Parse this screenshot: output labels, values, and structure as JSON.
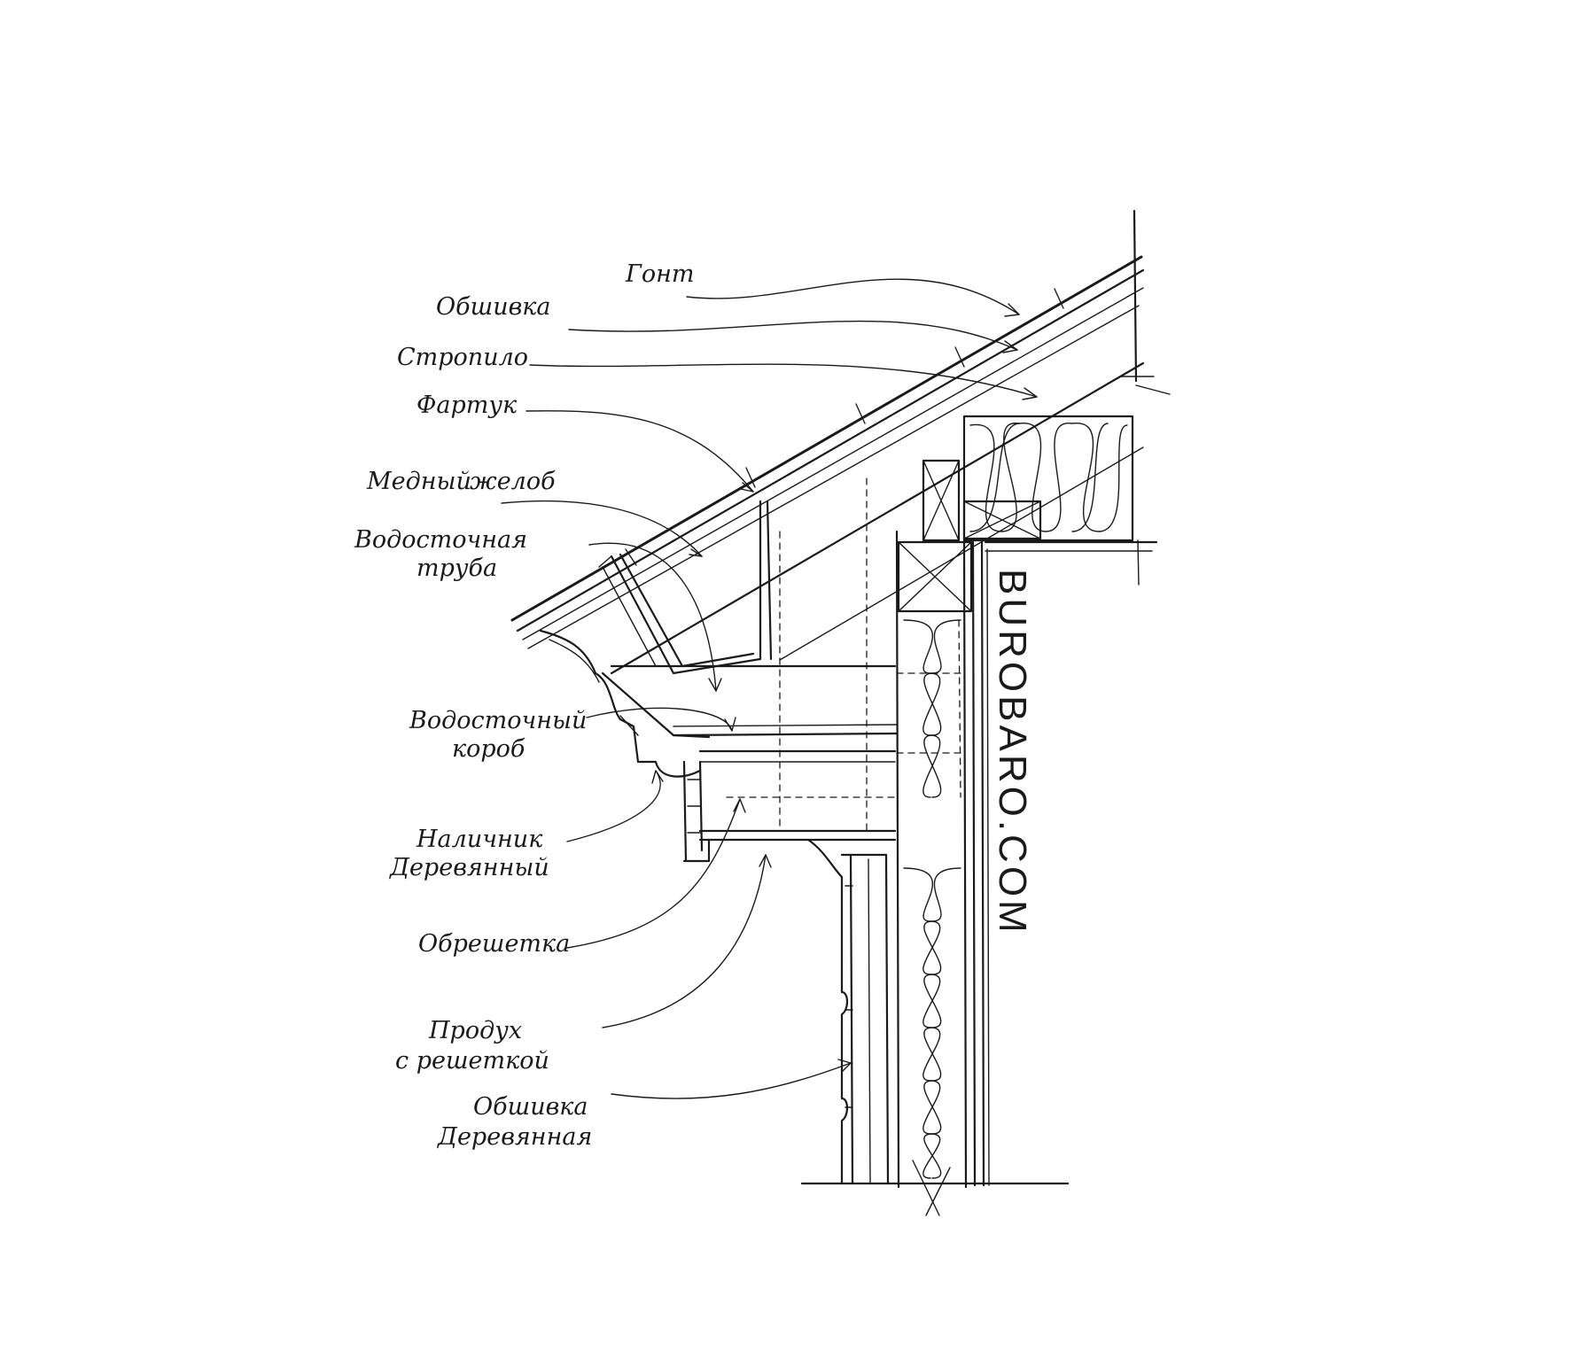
{
  "labels": {
    "gont": "Гонт",
    "obshivka": "Обшивка",
    "stropilo": "Стропило",
    "fartuk": "Фартук",
    "gutter_1": "Медный",
    "gutter_2": "желоб",
    "downpipe_1": "Водосточная",
    "downpipe_2": "труба",
    "box_1": "Водосточный",
    "box_2": "короб",
    "trim_1": "Наличник",
    "trim_2": "Деревянный",
    "soffit": "Обрешетка",
    "vent_1": "Продух",
    "vent_2": "с решеткой",
    "cladding_1": "Обшивка",
    "cladding_2": "Деревянная"
  },
  "watermark": "BUROBARO.COM"
}
